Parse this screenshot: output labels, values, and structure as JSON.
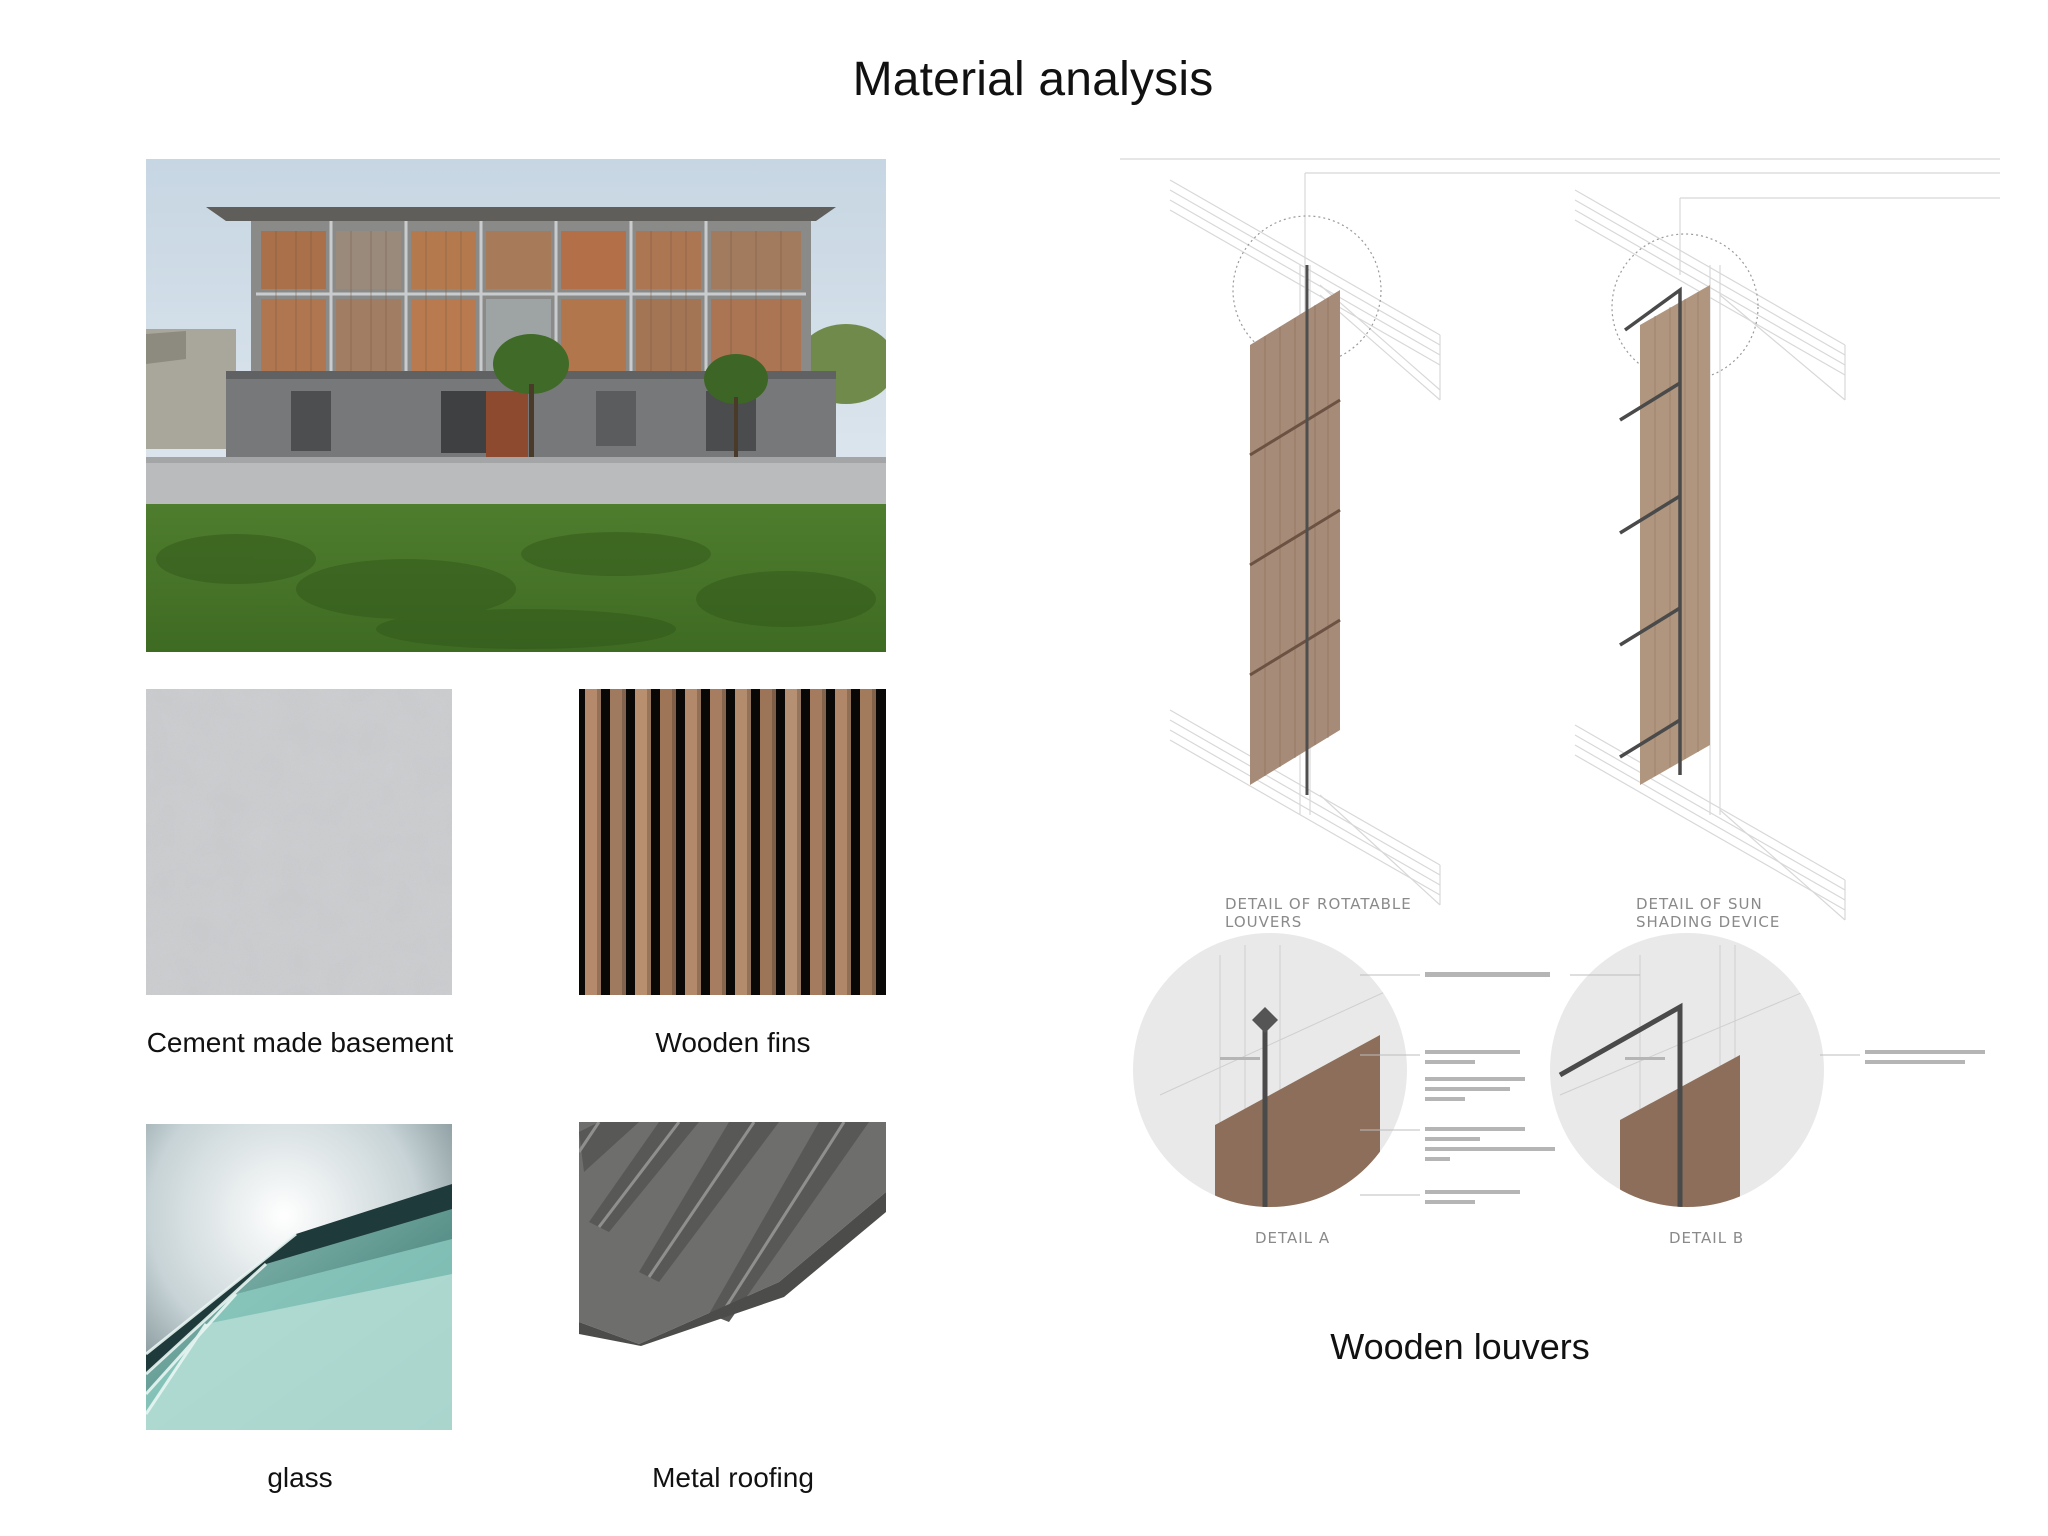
{
  "page": {
    "title": "Material analysis"
  },
  "photo": {
    "name": "building-photo"
  },
  "materials": [
    {
      "label": "Cement made basement"
    },
    {
      "label": "Wooden fins"
    },
    {
      "label": "glass"
    },
    {
      "label": "Metal roofing"
    }
  ],
  "drawing": {
    "caption": "Wooden louvers",
    "detail_rotatable_line1": "DETAIL OF ROTATABLE",
    "detail_rotatable_line2": "LOUVERS",
    "detail_sun_line1": "DETAIL  OF SUN",
    "detail_sun_line2": "SHADING DEVICE",
    "detail_a": "DETAIL A",
    "detail_b": "DETAIL B"
  },
  "colors": {
    "wood": "#a68b78",
    "wood_dark": "#8e6f5a",
    "grass": "#4a7a2a",
    "concrete": "#7c7d7c",
    "sky": "#d9e4ee"
  }
}
